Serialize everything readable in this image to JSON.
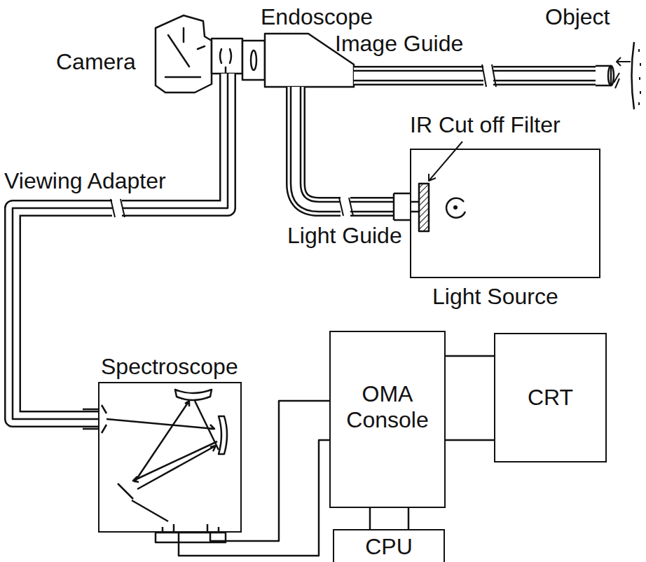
{
  "diagram": {
    "nodes": [
      {
        "text": [
          "Light Source"
        ]
      },
      {
        "text": [
          "Spectroscope"
        ]
      },
      {
        "text": [
          "OMA Console"
        ]
      },
      {
        "text": [
          "CRT"
        ]
      },
      {
        "text": [
          "CPU"
        ]
      }
    ],
    "edges": [
      {
        "from": 2,
        "to": 3,
        "arrow": "none"
      },
      {
        "from": 2,
        "to": 3,
        "arrow": "none"
      },
      {
        "from": 1,
        "to": 2,
        "arrow": "none"
      },
      {
        "from": 1,
        "to": 2,
        "arrow": "none"
      },
      {
        "from": 2,
        "to": 4,
        "arrow": "none"
      },
      {
        "from": 2,
        "to": 4,
        "arrow": "none"
      }
    ],
    "labels": [
      "Endoscope",
      "Image Guide",
      "Object",
      "Camera",
      "Viewing Adapter",
      "IR Cut off Filter",
      "Light Guide"
    ]
  }
}
